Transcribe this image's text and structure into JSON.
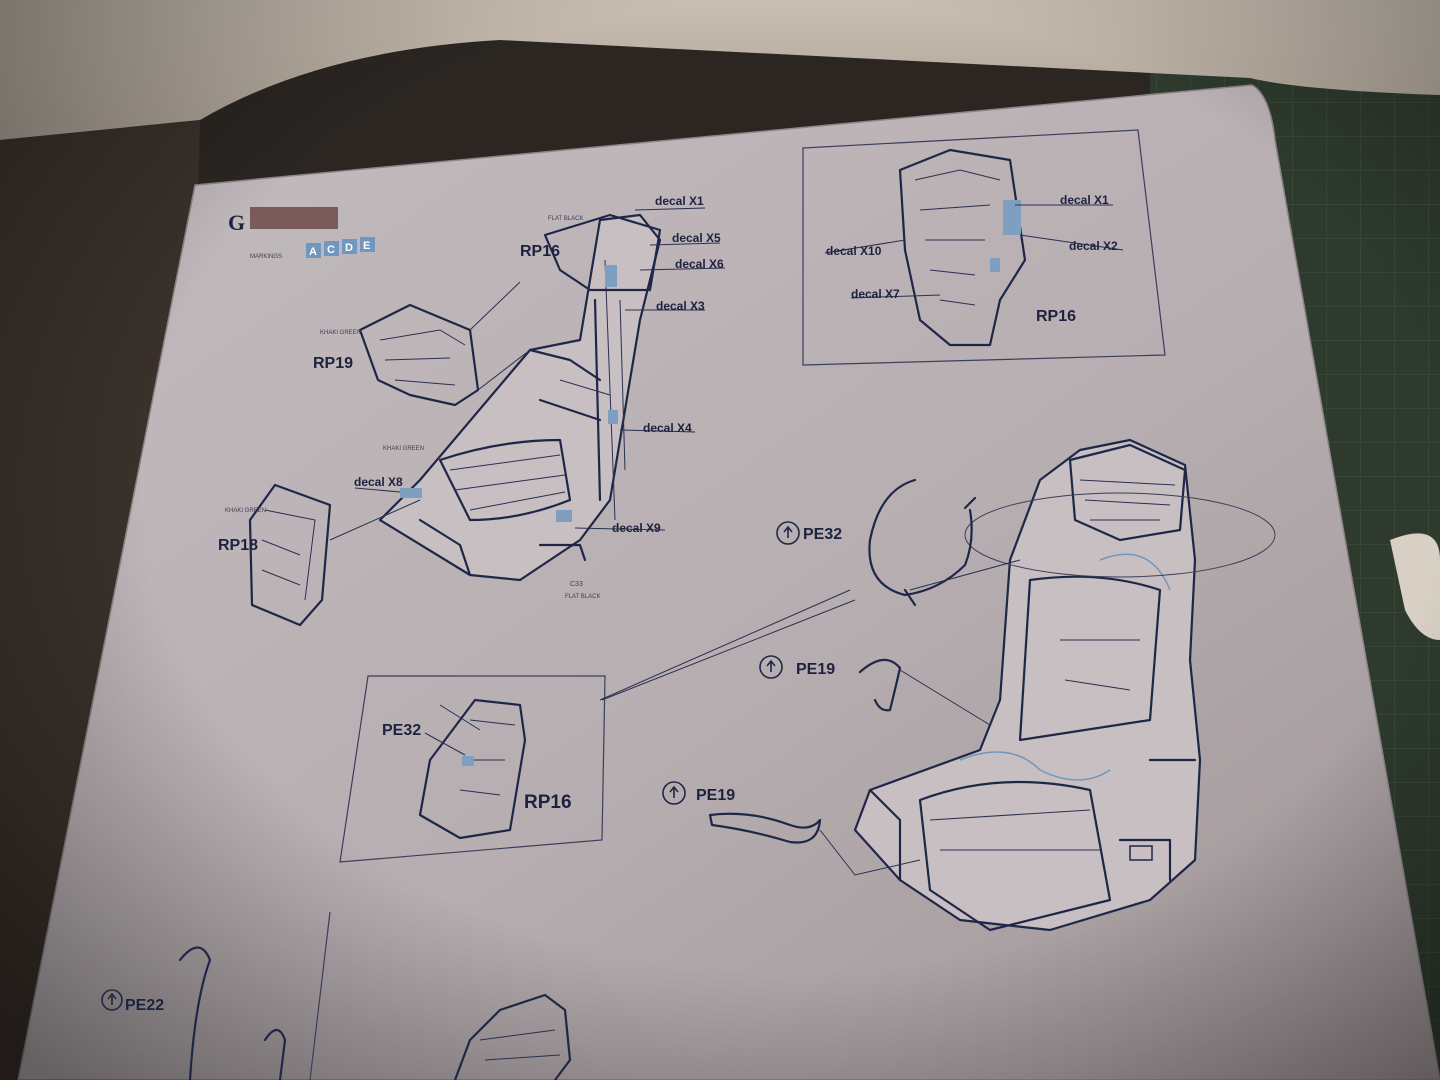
{
  "step": {
    "letter": "G",
    "markings_label": "MARKINGS",
    "marking_codes": [
      "A",
      "C",
      "D",
      "E"
    ],
    "color_accent": "#7a5a5a",
    "marking_color": "#6f97bf"
  },
  "parts": {
    "rp16_main": "RP16",
    "rp19": "RP19",
    "rp18": "RP18",
    "rp16_inset_top": "RP16",
    "rp16_inset_bottom": "RP16",
    "pe32_inset": "PE32",
    "pe32": "PE32",
    "pe19_upper": "PE19",
    "pe19_lower": "PE19",
    "pe22": "PE22"
  },
  "decals_main": {
    "x1": "decal X1",
    "x5": "decal X5",
    "x6": "decal X6",
    "x3": "decal X3",
    "x4": "decal X4",
    "x8": "decal X8",
    "x9": "decal X9"
  },
  "decals_inset": {
    "x1": "decal X1",
    "x2": "decal X2",
    "x10": "decal X10",
    "x7": "decal X7"
  },
  "paint_refs": {
    "flat_black_top": "FLAT BLACK",
    "khaki_green_rp19": "KHAKI GREEN",
    "khaki_green_seat": "KHAKI GREEN",
    "khaki_green_rp18": "KHAKI GREEN",
    "code_c33": "C33",
    "flat_black_bottom": "FLAT BLACK"
  },
  "colors": {
    "paper": "#b9b0b3",
    "ink": "#1f2748",
    "decal_blue": "#7f9fc0",
    "cutting_mat": "#2e3a2e",
    "background": "#2b2622"
  }
}
